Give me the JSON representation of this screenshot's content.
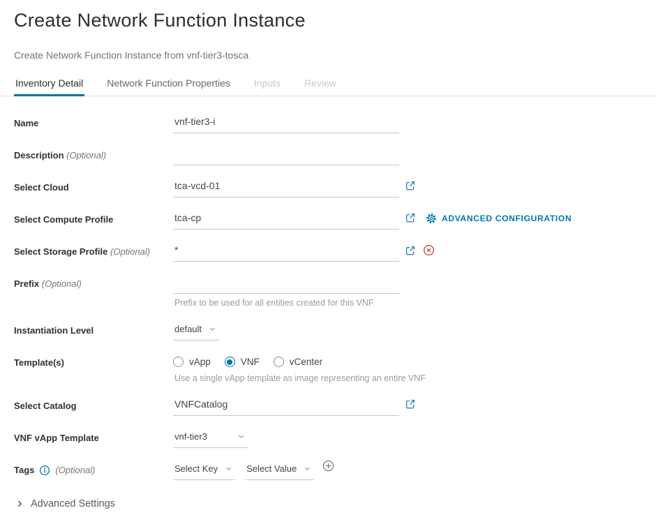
{
  "page": {
    "title": "Create Network Function Instance",
    "subtitle": "Create Network Function Instance from vnf-tier3-tosca"
  },
  "tabs": [
    {
      "label": "Inventory Detail",
      "state": "active"
    },
    {
      "label": "Network Function Properties",
      "state": "enabled"
    },
    {
      "label": "Inputs",
      "state": "disabled"
    },
    {
      "label": "Review",
      "state": "disabled"
    }
  ],
  "form": {
    "name": {
      "label": "Name",
      "value": "vnf-tier3-i"
    },
    "description": {
      "label": "Description",
      "optional": "(Optional)",
      "value": ""
    },
    "select_cloud": {
      "label": "Select Cloud",
      "value": "tca-vcd-01"
    },
    "select_compute_profile": {
      "label": "Select Compute Profile",
      "value": "tca-cp",
      "advanced_link": "ADVANCED CONFIGURATION"
    },
    "select_storage_profile": {
      "label": "Select Storage Profile",
      "optional": "(Optional)",
      "value": "*"
    },
    "prefix": {
      "label": "Prefix",
      "optional": "(Optional)",
      "value": "",
      "helper": "Prefix to be used for all entities created for this VNF"
    },
    "instantiation_level": {
      "label": "Instantiation Level",
      "value": "default"
    },
    "templates": {
      "label": "Template(s)",
      "options": [
        "vApp",
        "VNF",
        "vCenter"
      ],
      "selected": "VNF",
      "helper": "Use a single vApp template as image representing an entire VNF"
    },
    "select_catalog": {
      "label": "Select Catalog",
      "value": "VNFCatalog"
    },
    "vnf_vapp_template": {
      "label": "VNF vApp Template",
      "value": "vnf-tier3"
    },
    "tags": {
      "label": "Tags",
      "optional": "(Optional)",
      "key_placeholder": "Select Key",
      "value_placeholder": "Select Value"
    }
  },
  "advanced_settings": {
    "label": "Advanced Settings"
  },
  "colors": {
    "accent": "#0079ad",
    "tab_active_underline": "#0072a3",
    "error": "#c74634",
    "label_text": "#313131",
    "muted_text": "#757575",
    "underline": "#c6c6c6"
  },
  "icons": {
    "external_link": "pop-out-square-arrow",
    "gear": "⚙",
    "error": "⊗",
    "info": "ⓘ",
    "chevron_down": "∨",
    "chevron_right": "›",
    "add": "⊕"
  }
}
